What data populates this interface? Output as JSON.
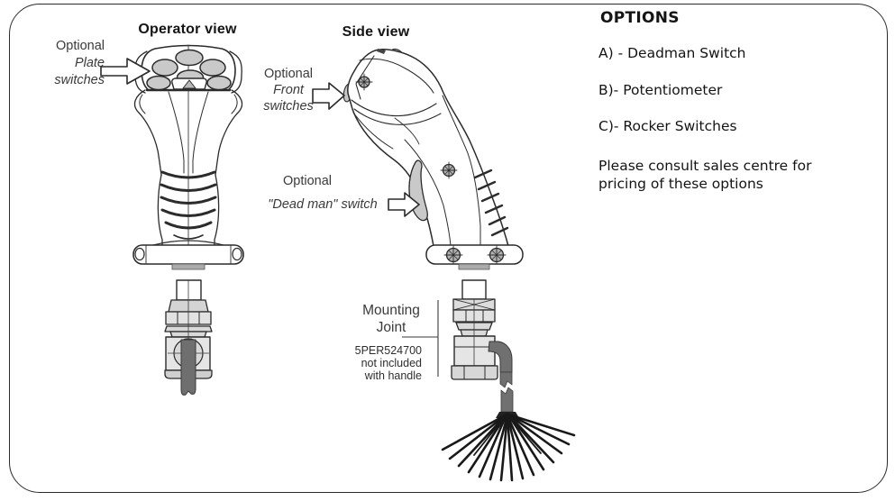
{
  "diagram": {
    "operator_view": {
      "title": "Operator view",
      "plate_switches_label": {
        "lines": [
          "Optional",
          "Plate",
          "switches"
        ]
      }
    },
    "side_view": {
      "title": "Side view",
      "front_switches_label": {
        "lines": [
          "Optional",
          "Front",
          "switches"
        ]
      },
      "deadman_label": {
        "lines": [
          "Optional",
          "\"Dead man\" switch"
        ]
      }
    },
    "mounting_joint": {
      "label_lines": [
        "Mounting",
        "Joint"
      ],
      "part_number": "5PER524700",
      "note_lines": [
        "not included",
        "with handle"
      ]
    }
  },
  "options_panel": {
    "heading": "OPTIONS",
    "items": [
      {
        "label": "A) - Deadman Switch"
      },
      {
        "label": "B)- Potentiometer"
      },
      {
        "label": "C)- Rocker Switches"
      }
    ],
    "note": "Please consult sales centre for pricing of these options"
  },
  "colors": {
    "outline": "#2b2b2b",
    "button_fill": "#c9c9c9",
    "trigger_fill": "#c9c9c9",
    "metal_fill": "#e3e3e3",
    "cable": "#6f6f6f",
    "tab_fill": "#ababab"
  }
}
